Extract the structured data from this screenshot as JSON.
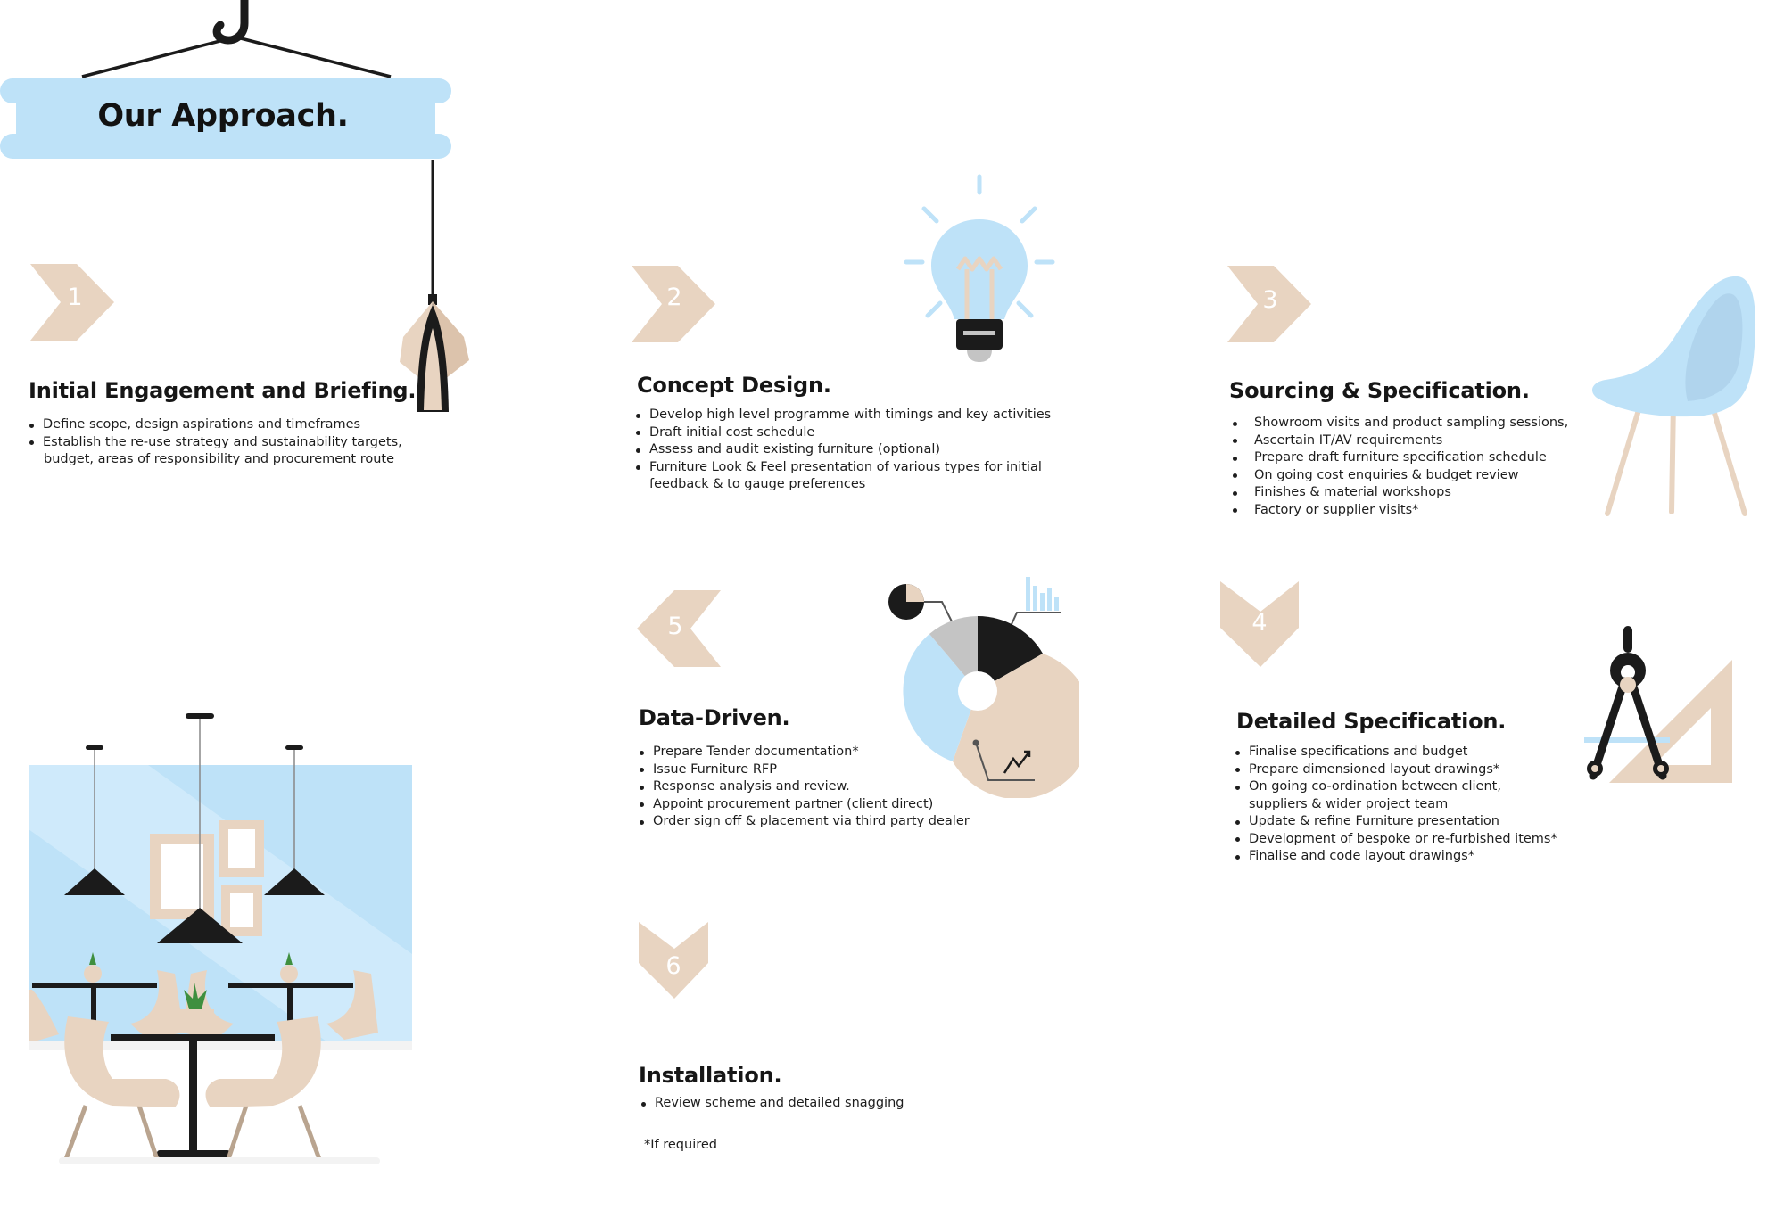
{
  "page_title": "Our Approach.",
  "colors": {
    "beige": "#E8D4C1",
    "light_blue": "#BEE2F8",
    "black": "#1B1B1B",
    "grey": "#C4C4C4"
  },
  "steps": [
    {
      "number": "1",
      "title": "Initial Engagement and Briefing.",
      "bullets": [
        "Define scope, design aspirations and timeframes",
        "Establish the re-use strategy and sustainability targets,",
        "budget, areas of responsibility and procurement route"
      ]
    },
    {
      "number": "2",
      "title": "Concept Design.",
      "bullets": [
        "Develop high level programme with timings and key activities",
        "Draft initial cost schedule",
        "Assess and audit existing furniture (optional)",
        "Furniture Look & Feel presentation of various types for initial",
        "feedback & to gauge preferences"
      ]
    },
    {
      "number": "3",
      "title": "Sourcing & Specification.",
      "bullets": [
        "Showroom visits and product sampling sessions,",
        "Ascertain IT/AV requirements",
        "Prepare draft furniture specification schedule",
        "On going cost enquiries & budget review",
        "Finishes & material workshops",
        "Factory or supplier visits*"
      ]
    },
    {
      "number": "4",
      "title": "Detailed Specification.",
      "bullets": [
        "Finalise specifications and budget",
        "Prepare dimensioned layout drawings*",
        "On going co-ordination between client,",
        "suppliers & wider project team",
        "Update & refine Furniture presentation",
        "Development of bespoke or re-furbished items*",
        "Finalise and code layout drawings*"
      ]
    },
    {
      "number": "5",
      "title": "Data-Driven.",
      "bullets": [
        "Prepare Tender documentation*",
        "Issue Furniture RFP",
        "Response analysis and review.",
        "Appoint procurement partner (client direct)",
        "Order sign off & placement via third party dealer"
      ]
    },
    {
      "number": "6",
      "title": "Installation.",
      "bullets": [
        "Review scheme and detailed snagging"
      ]
    }
  ],
  "footnote": "*If required",
  "icons": [
    "hook-icon",
    "pendant-lamp-icon",
    "light-bulb-icon",
    "chair-icon",
    "pie-chart-icon",
    "compass-icon",
    "set-square-icon",
    "cafe-illustration"
  ]
}
